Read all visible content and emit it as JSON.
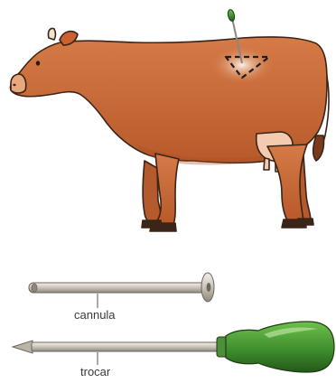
{
  "labels": {
    "cannula": "cannula",
    "trocar": "trocar"
  },
  "colors": {
    "cow_body": "#cd6f3c",
    "cow_outline": "#3b2418",
    "puncture_site_marker": "#1e1e1e",
    "trocar_handle": "#3f8f2e",
    "metal": "#c9c3b8",
    "page_background": "#ffffff"
  },
  "icons": {
    "animal": "cow",
    "site": "dashed-triangle-marker"
  }
}
